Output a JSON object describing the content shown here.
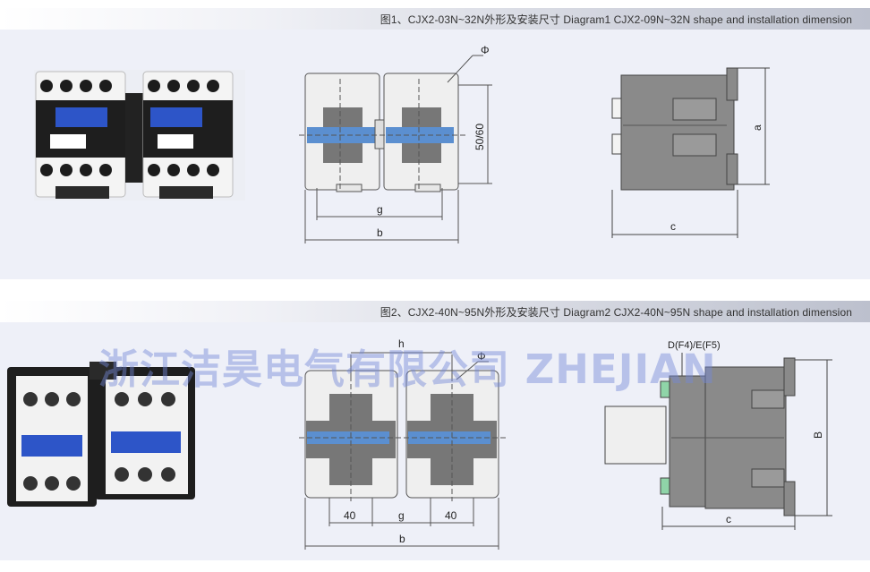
{
  "diagram1": {
    "caption": "图1、CJX2-03N~32N外形及安装尺寸 Diagram1 CJX2-09N~32N shape and installation dimension",
    "phi_label": "Φ",
    "mount_label": "50/60",
    "g_label": "g",
    "b_label": "b",
    "a_label": "a",
    "c_label": "c"
  },
  "diagram2": {
    "caption": "图2、CJX2-40N~95N外形及安装尺寸 Diagram2 CJX2-40N~95N shape and installation dimension",
    "h_label": "h",
    "phi_label": "Φ",
    "left_40_label": "40",
    "g_label": "g",
    "right_40_label": "40",
    "b_label": "b",
    "accessory_label": "D(F4)/E(F5)",
    "B_label": "B",
    "c_label": "c"
  },
  "watermark": "浙江洁昊电气有限公司 ZHEJIAN",
  "colors": {
    "panel_bg": "#eef0f8",
    "header_dark": "#bcc0cd",
    "rail_blue": "#5b8fd0",
    "body_gray": "#8a8a8a",
    "watermark": "#7387d7"
  }
}
